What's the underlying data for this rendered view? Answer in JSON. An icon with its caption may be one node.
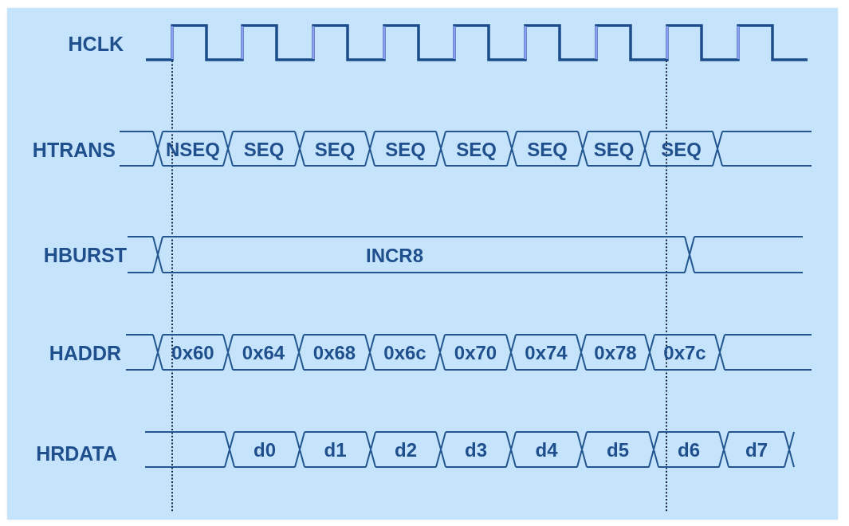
{
  "diagram": {
    "labels": [
      "HCLK",
      "HTRANS",
      "NSEQ",
      "SEQ",
      "SEQ",
      "SEQ",
      "SEQ",
      "SEQ",
      "SEQ",
      "SEQ",
      "HBURST",
      "INCR8",
      "HADDR",
      "0x60",
      "0x64",
      "0x68",
      "0x6c",
      "0x70",
      "0x74",
      "0x78",
      "0x7c",
      "HRDATA",
      "d0",
      "d1",
      "d2",
      "d3",
      "d4",
      "d5",
      "d6",
      "d7"
    ]
  }
}
